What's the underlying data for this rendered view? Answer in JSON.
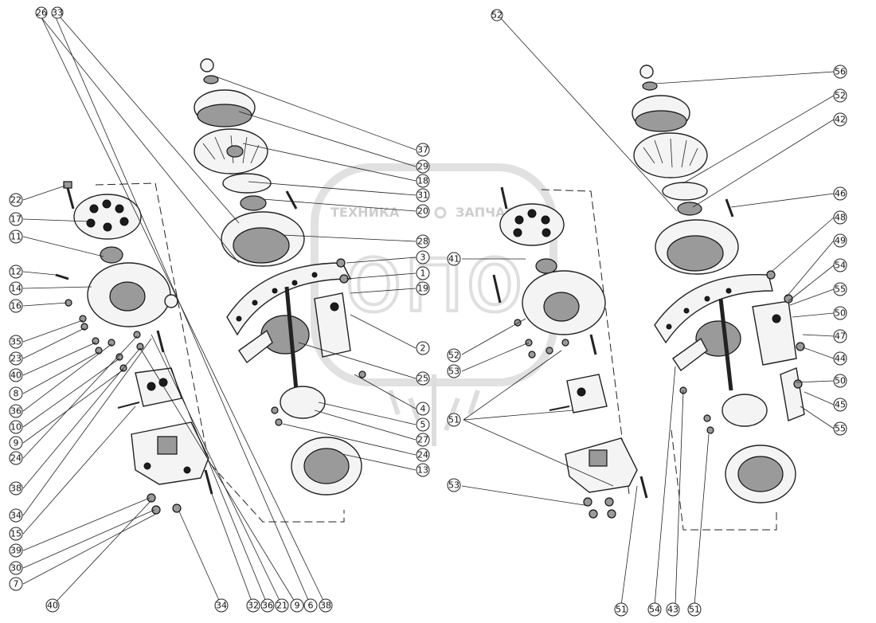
{
  "watermark": {
    "left_word": "ТЕХНИКА",
    "right_word": "ЗАПЧАСТИ",
    "logo_letters": "опо"
  },
  "callouts": {
    "top_left_a": "26",
    "top_left_b": "33",
    "top_mid": "52",
    "c37": "37",
    "c29": "29",
    "c18": "18",
    "c31": "31",
    "c20": "20",
    "c28": "28",
    "c3": "3",
    "c1": "1",
    "c19": "19",
    "c2": "2",
    "c25": "25",
    "c4": "4",
    "c5": "5",
    "c27": "27",
    "c24m": "24",
    "c13": "13",
    "c41": "41",
    "c52m": "52",
    "c53m": "53",
    "c51m": "51",
    "c53b": "53",
    "r56": "56",
    "r52": "52",
    "r42": "42",
    "r46": "46",
    "r48": "48",
    "r49": "49",
    "r54": "54",
    "r55": "55",
    "r50": "50",
    "r47": "47",
    "r44": "44",
    "r50b": "50",
    "r45": "45",
    "r55b": "55",
    "l22": "22",
    "l17": "17",
    "l11": "11",
    "l12": "12",
    "l14": "14",
    "l16": "16",
    "l35": "35",
    "l23": "23",
    "l40": "40",
    "l8": "8",
    "l36": "36",
    "l10": "10",
    "l9": "9",
    "l24": "24",
    "l38": "38",
    "l34": "34",
    "l15": "15",
    "l39": "39",
    "l30": "30",
    "l7": "7",
    "b40": "40",
    "b34": "34",
    "b32": "32",
    "b36": "36",
    "b21": "21",
    "b9": "9",
    "b6": "6",
    "b38": "38",
    "b51a": "51",
    "b54": "54",
    "b43": "43",
    "b51b": "51"
  }
}
